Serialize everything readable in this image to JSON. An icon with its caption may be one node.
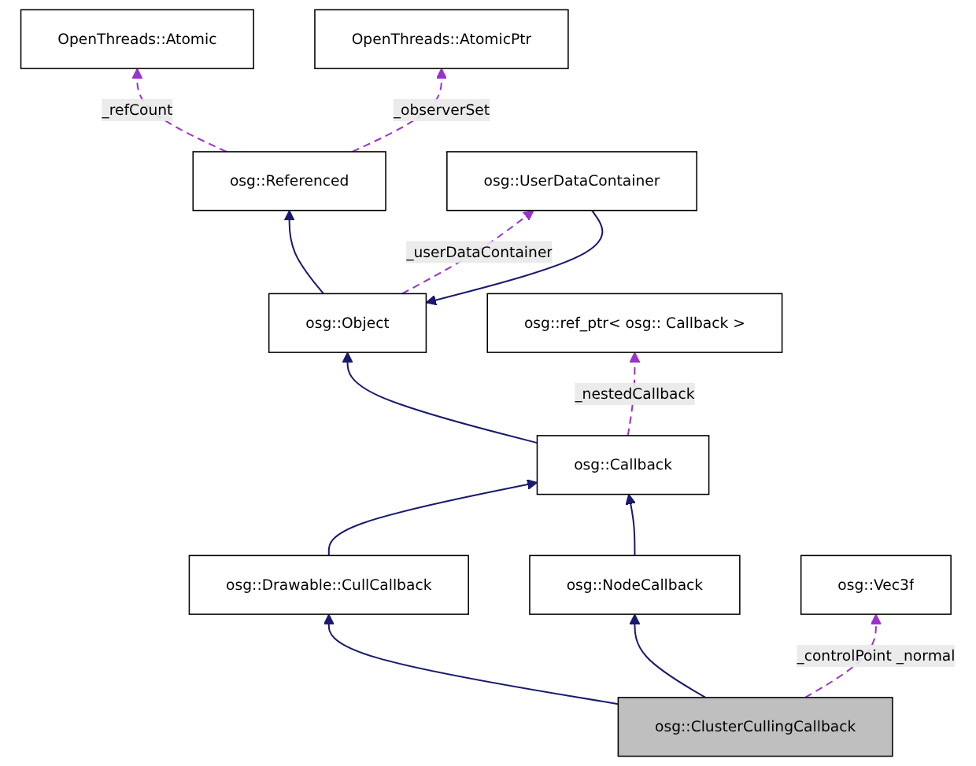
{
  "diagram": {
    "nodes": [
      {
        "text": [
          "OpenThreads::Atomic"
        ]
      },
      {
        "text": [
          "OpenThreads::AtomicPtr"
        ]
      },
      {
        "text": [
          "osg::Referenced"
        ]
      },
      {
        "text": [
          "osg::Object"
        ]
      },
      {
        "text": [
          "osg::ref_ptr< osg:: Callback >"
        ]
      },
      {
        "text": [
          "osg::UserDataContainer"
        ]
      },
      {
        "text": [
          "osg::Callback"
        ]
      },
      {
        "text": [
          "osg::Drawable::CullCallback"
        ]
      },
      {
        "text": [
          "osg::NodeCallback"
        ]
      },
      {
        "text": [
          "osg::Vec3f"
        ]
      },
      {
        "text": [
          "osg::ClusterCullingCallback"
        ]
      }
    ],
    "edges": [
      {
        "from": 2,
        "to": 0,
        "arrow": "to",
        "label": "_refCount",
        "style": "dashed",
        "color": "#9a32cd"
      },
      {
        "from": 2,
        "to": 1,
        "arrow": "to",
        "label": "_observerSet",
        "style": "dashed",
        "color": "#9a32cd"
      },
      {
        "from": 3,
        "to": 2,
        "arrow": "to"
      },
      {
        "from": 5,
        "to": 3,
        "arrow": "to"
      },
      {
        "from": 3,
        "to": 5,
        "arrow": "to",
        "label": "_userDataContainer",
        "style": "dashed",
        "color": "#9a32cd"
      },
      {
        "from": 6,
        "to": 3,
        "arrow": "to"
      },
      {
        "from": 6,
        "to": 4,
        "arrow": "to",
        "label": "_nestedCallback",
        "style": "dashed",
        "color": "#9a32cd"
      },
      {
        "from": 7,
        "to": 6,
        "arrow": "to"
      },
      {
        "from": 8,
        "to": 6,
        "arrow": "to"
      },
      {
        "from": 10,
        "to": 7,
        "arrow": "to"
      },
      {
        "from": 10,
        "to": 8,
        "arrow": "to"
      },
      {
        "from": 10,
        "to": 9,
        "arrow": "to",
        "label": "_controlPoint _normal",
        "style": "dashed",
        "color": "#9a32cd"
      }
    ]
  }
}
